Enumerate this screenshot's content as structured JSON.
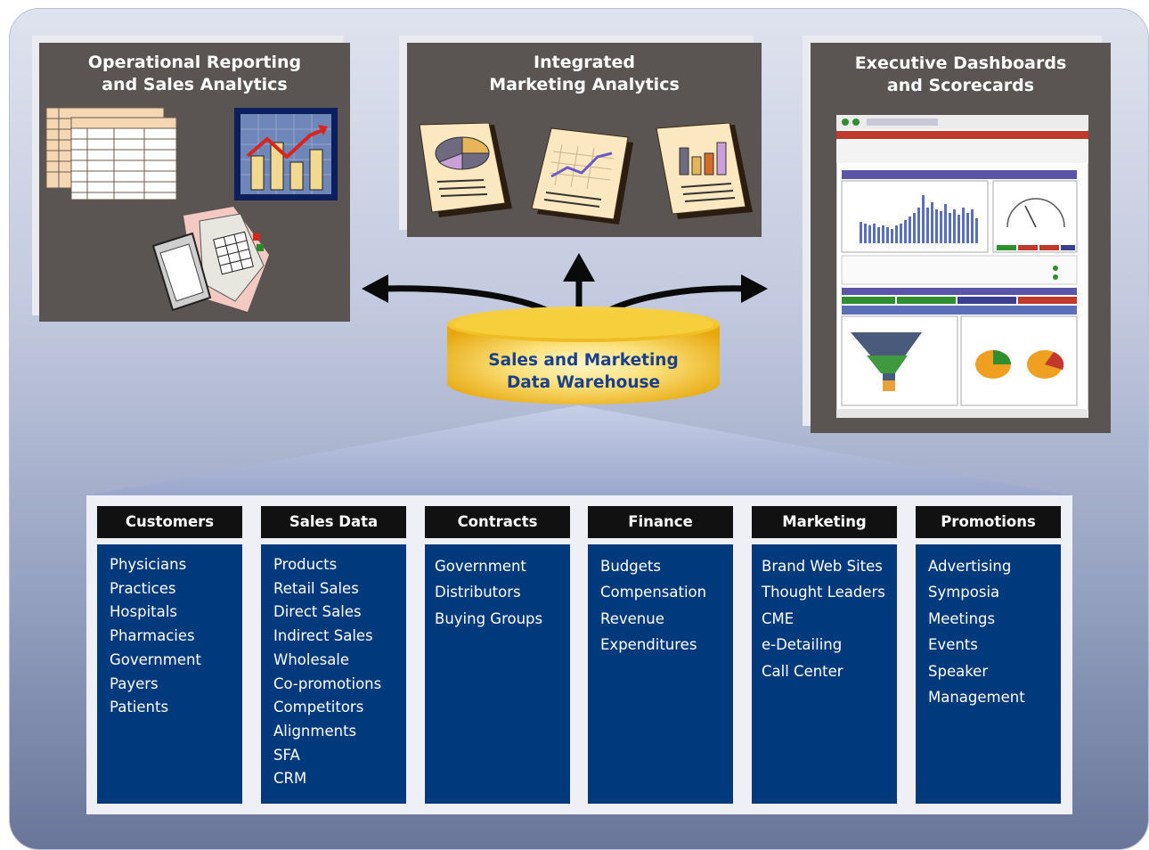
{
  "panels": {
    "operational": {
      "title": "Operational Reporting\nand Sales Analytics"
    },
    "integrated": {
      "title": "Integrated\nMarketing Analytics"
    },
    "executive": {
      "title": "Executive Dashboards\nand Scorecards"
    }
  },
  "warehouse": {
    "label": "Sales and Marketing\nData Warehouse"
  },
  "sources": [
    {
      "header": "Customers",
      "items": [
        "Physicians",
        "Practices",
        "Hospitals",
        "Pharmacies",
        "Government",
        "Payers",
        "Patients"
      ]
    },
    {
      "header": "Sales Data",
      "items": [
        "Products",
        "Retail Sales",
        "Direct Sales",
        "Indirect Sales",
        "Wholesale",
        "Co-promotions",
        "Competitors",
        "Alignments",
        "SFA",
        "CRM"
      ]
    },
    {
      "header": "Contracts",
      "items": [
        "Government",
        "Distributors",
        "Buying Groups"
      ]
    },
    {
      "header": "Finance",
      "items": [
        "Budgets",
        "Compensation",
        "Revenue",
        "Expenditures"
      ]
    },
    {
      "header": "Marketing",
      "items": [
        "Brand Web Sites",
        "Thought Leaders",
        "CME",
        "e-Detailing",
        "Call Center"
      ]
    },
    {
      "header": "Promotions",
      "items": [
        "Advertising",
        "Symposia",
        "Meetings",
        "Events",
        "Speaker",
        "Management"
      ]
    }
  ],
  "colors": {
    "panel": "#5a5452",
    "column_body": "#003a7c",
    "column_header": "#111111",
    "warehouse": "#f2c21b",
    "warehouse_text": "#1b3f8b"
  },
  "icons": [
    "spreadsheet-icon",
    "bar-chart-board-icon",
    "binder-icon",
    "pie-chart-document-icon",
    "line-chart-document-icon",
    "bar-chart-document-icon",
    "dashboard-screenshot",
    "database-cylinder-icon",
    "arrow-left-icon",
    "arrow-up-icon",
    "arrow-right-icon"
  ]
}
